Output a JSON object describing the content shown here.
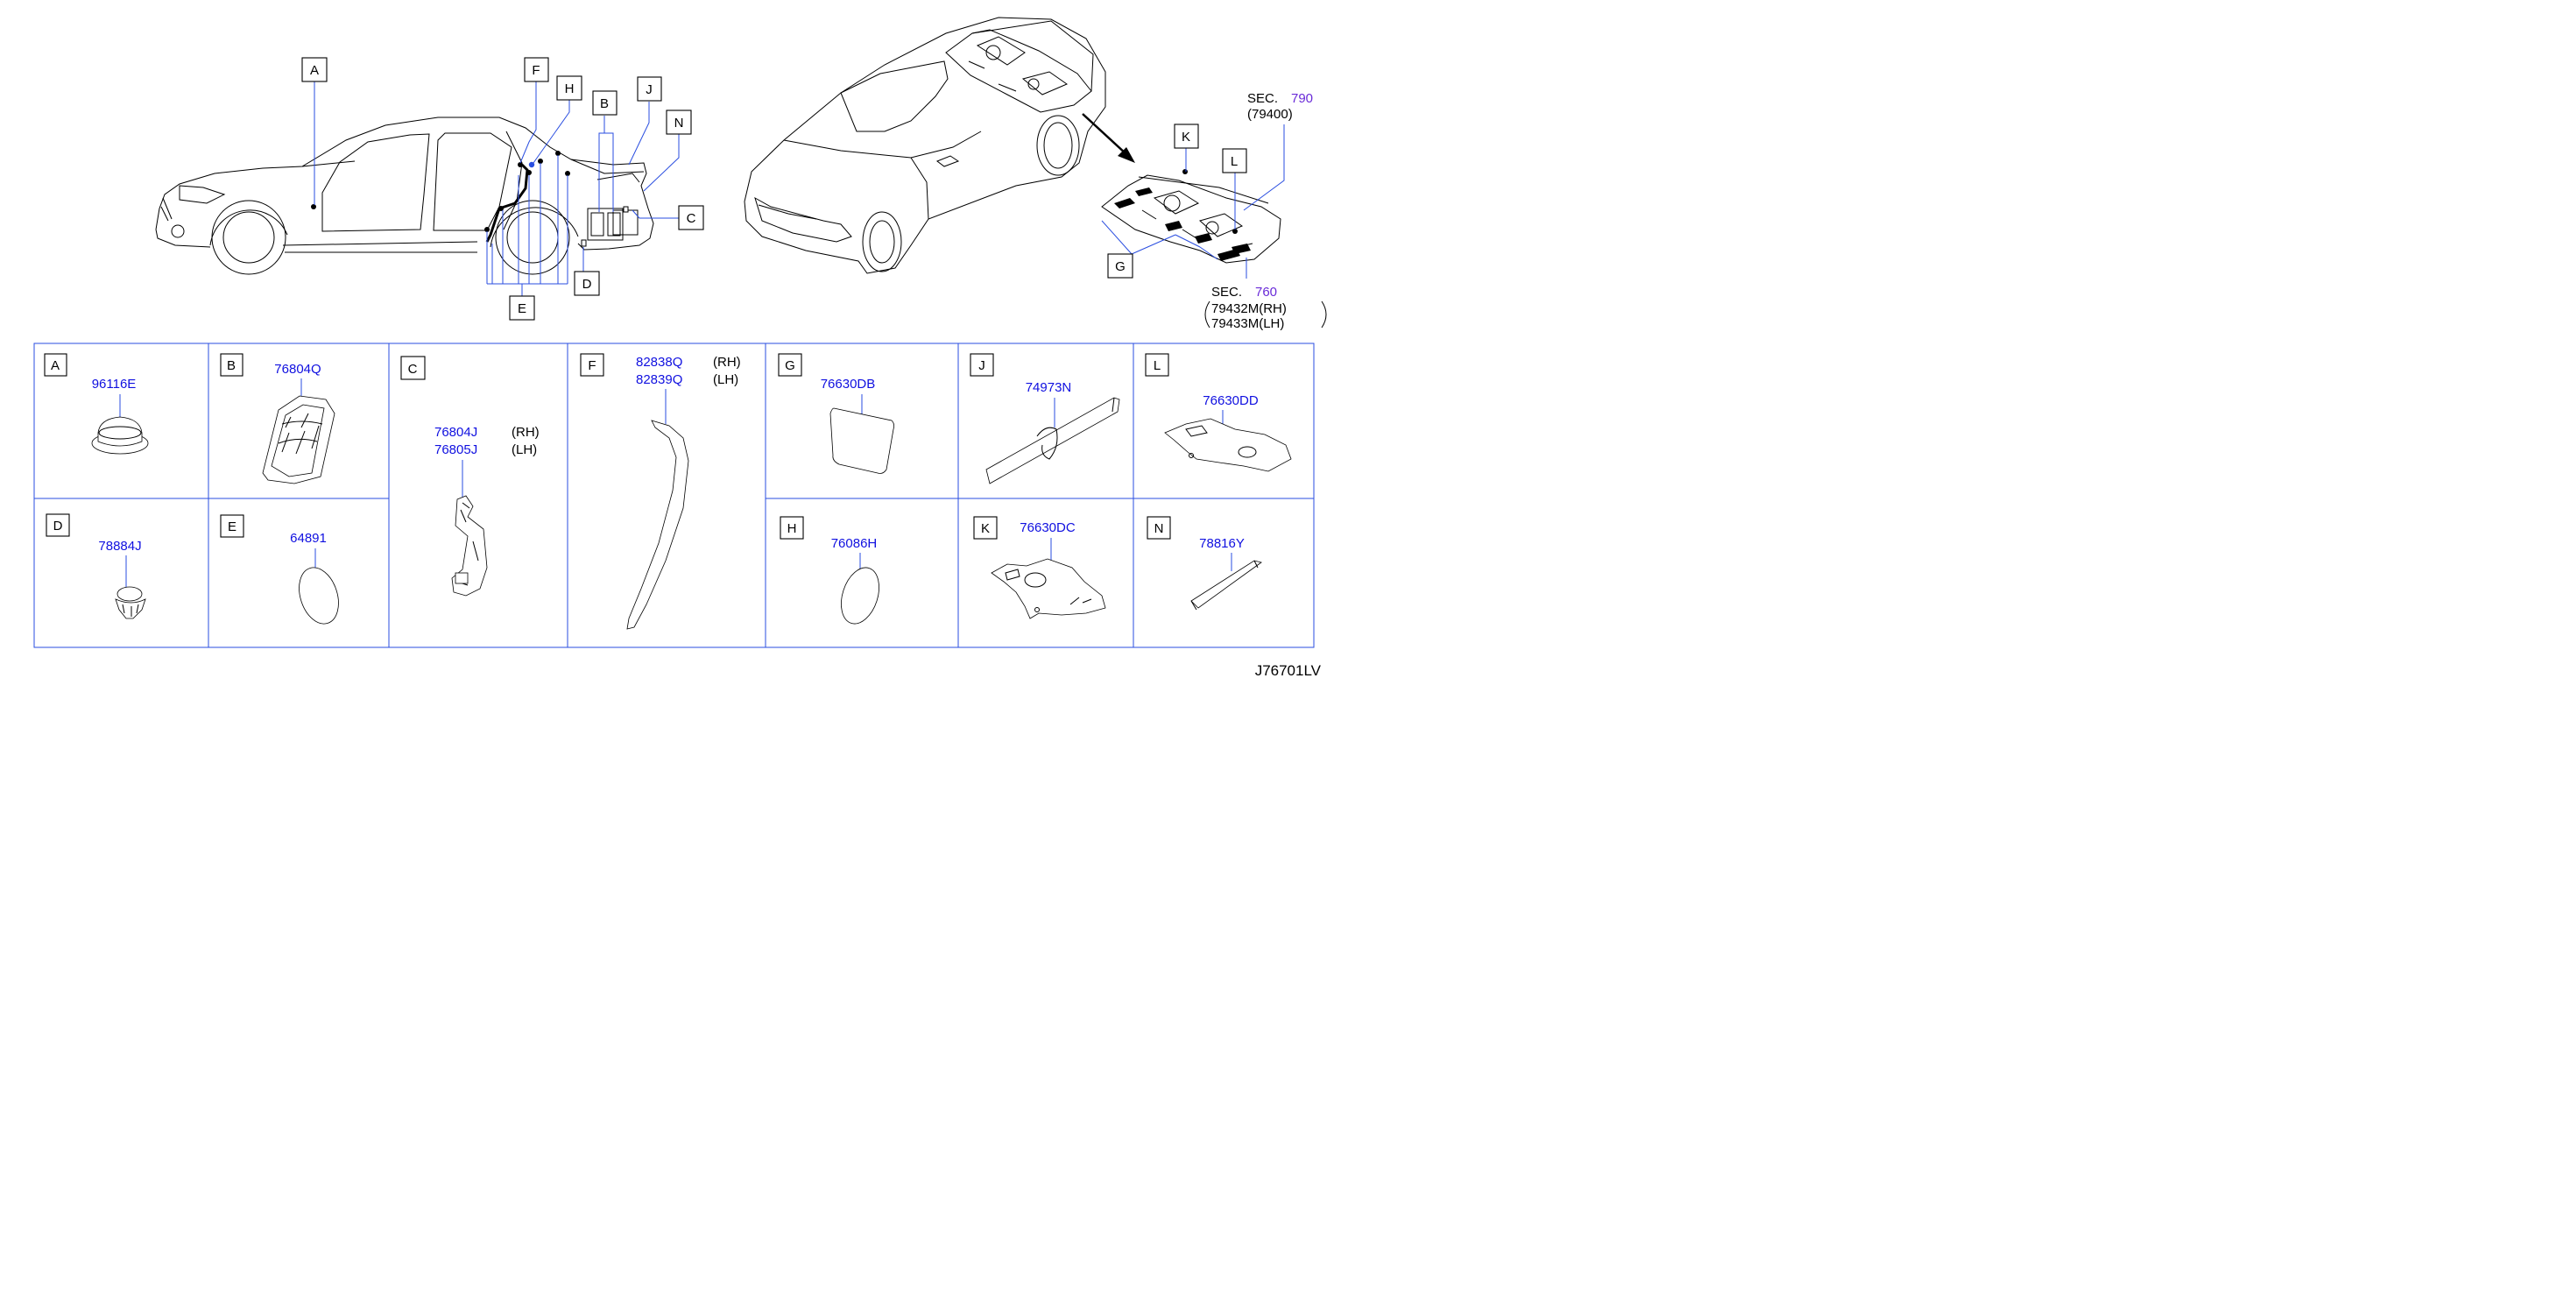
{
  "diagram_code": "J76701LV",
  "callouts": {
    "A": "A",
    "B": "B",
    "C": "C",
    "D": "D",
    "E": "E",
    "F": "F",
    "G": "G",
    "H": "H",
    "J": "J",
    "K": "K",
    "L": "L",
    "N": "N"
  },
  "section_refs": [
    {
      "sec_label": "SEC.",
      "sec_number": "790",
      "sub": "(79400)"
    },
    {
      "sec_label": "SEC.",
      "sec_number": "760",
      "line1": "79432M(RH)",
      "line2": "79433M(LH)"
    }
  ],
  "parts": {
    "A": {
      "letter": "A",
      "part_no": "96116E"
    },
    "B": {
      "letter": "B",
      "part_no": "76804Q"
    },
    "C": {
      "letter": "C",
      "part_no_1": "76804J",
      "side_1": "(RH)",
      "part_no_2": "76805J",
      "side_2": "(LH)"
    },
    "F": {
      "letter": "F",
      "part_no_1": "82838Q",
      "side_1": "(RH)",
      "part_no_2": "82839Q",
      "side_2": "(LH)"
    },
    "G": {
      "letter": "G",
      "part_no": "76630DB"
    },
    "J": {
      "letter": "J",
      "part_no": "74973N"
    },
    "L": {
      "letter": "L",
      "part_no": "76630DD"
    },
    "D": {
      "letter": "D",
      "part_no": "78884J"
    },
    "E": {
      "letter": "E",
      "part_no": "64891"
    },
    "H": {
      "letter": "H",
      "part_no": "76086H"
    },
    "K": {
      "letter": "K",
      "part_no": "76630DC"
    },
    "N": {
      "letter": "N",
      "part_no": "78816Y"
    }
  }
}
